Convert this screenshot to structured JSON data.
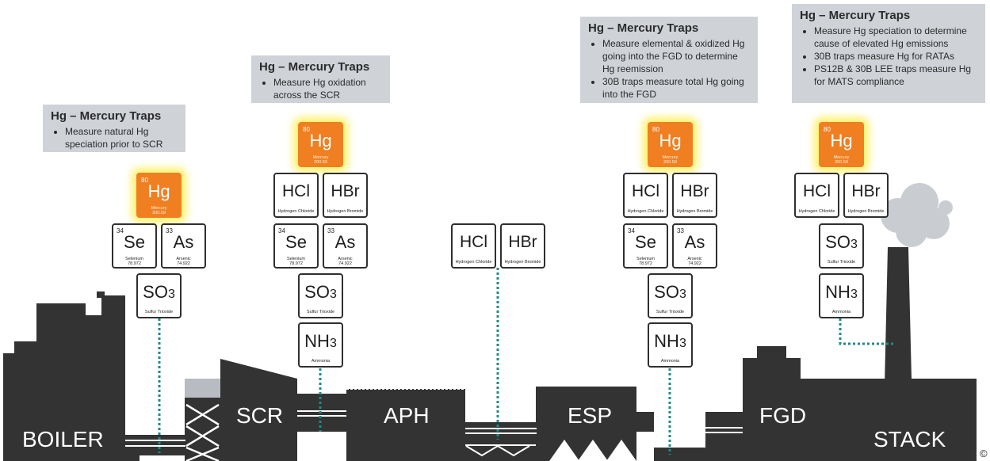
{
  "callouts": [
    {
      "title": "Hg – Mercury Traps",
      "bullets": [
        "Measure natural Hg speciation prior to SCR"
      ]
    },
    {
      "title": "Hg – Mercury Traps",
      "bullets": [
        "Measure Hg oxidation across the SCR"
      ]
    },
    {
      "title": "Hg – Mercury Traps",
      "bullets": [
        "Measure elemental & oxidized Hg going into the FGD to determine Hg reemission",
        "30B traps measure total Hg going into the FGD"
      ]
    },
    {
      "title": "Hg – Mercury Traps",
      "bullets": [
        "Measure Hg speciation to determine cause of elevated Hg emissions",
        "30B traps measure Hg for RATAs",
        "PS12B & 30B LEE traps measure Hg for MATS compliance"
      ]
    }
  ],
  "elements": {
    "hg": {
      "number": "80",
      "symbol": "Hg",
      "sub": "",
      "name": "Mercury",
      "weight": "200.59"
    },
    "se": {
      "number": "34",
      "symbol": "Se",
      "sub": "",
      "name": "Selenium",
      "weight": "78.972"
    },
    "as": {
      "number": "33",
      "symbol": "As",
      "sub": "",
      "name": "Arsenic",
      "weight": "74.922"
    },
    "hcl": {
      "number": "",
      "symbol": "HCl",
      "sub": "",
      "name": "Hydrogen Chloride",
      "weight": ""
    },
    "hbr": {
      "number": "",
      "symbol": "HBr",
      "sub": "",
      "name": "Hydrogen Bromide",
      "weight": ""
    },
    "so3": {
      "number": "",
      "symbol": "SO",
      "sub": "3",
      "name": "Sulfur Trioxide",
      "weight": ""
    },
    "nh3": {
      "number": "",
      "symbol": "NH",
      "sub": "3",
      "name": "Ammonia",
      "weight": ""
    }
  },
  "units": {
    "boiler": "BOILER",
    "scr": "SCR",
    "aph": "APH",
    "esp": "ESP",
    "fgd": "FGD",
    "stack": "STACK"
  },
  "copyright": "©",
  "colors": {
    "silhouette": "#333333",
    "callout_bg": "#cfd3d8",
    "mercury": "#f07f22",
    "glow": "#fff050",
    "dotted_line": "#1f8a8a"
  }
}
